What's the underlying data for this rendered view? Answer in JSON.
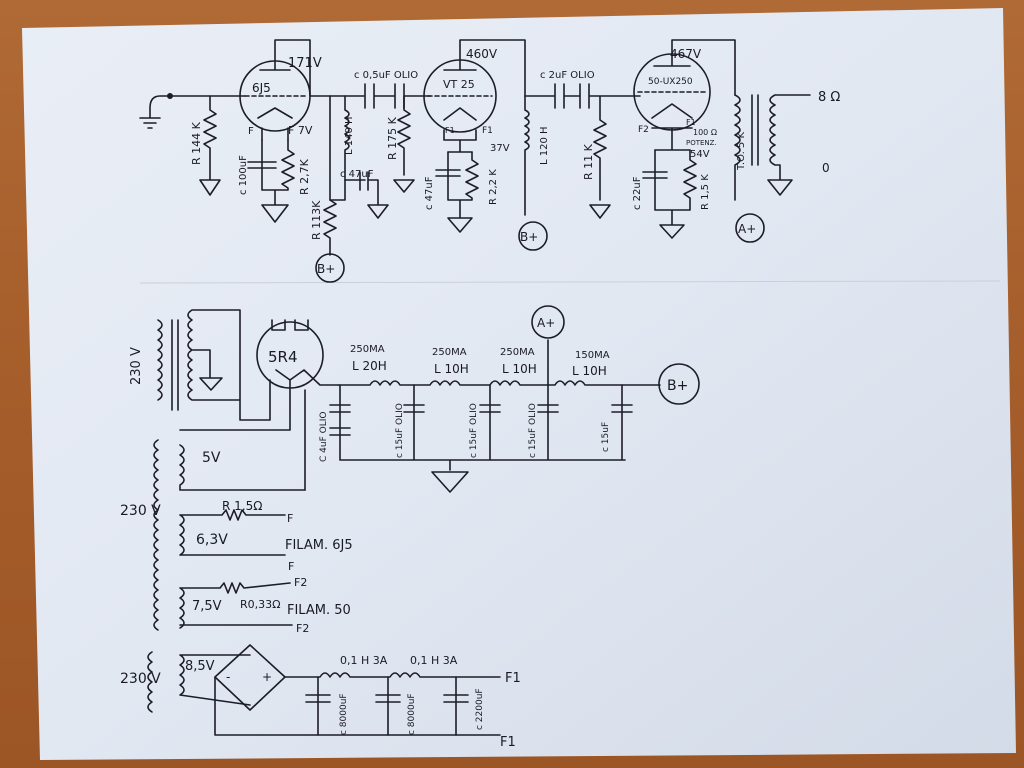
{
  "top": {
    "v171": "171V",
    "t6j5": "6J5",
    "r_grid": "R 144 K",
    "c_cath": "c 100uF",
    "r_cath": "R 2,7K",
    "F_left": "F",
    "F7v": "F 7V",
    "r_plate": "R 113K",
    "c_coup1": "c 0,5uF OLIO",
    "l140": "L 140 H",
    "r175": "R 175 K",
    "c47a": "c 47uF",
    "v460": "460V",
    "vt25": "VT 25",
    "f1a": "F1",
    "f1b": "F1",
    "v37": "37V",
    "c47b": "c 47uF",
    "r2k": "R 2,2 K",
    "l120": "L 120 H",
    "c_coup2": "c 2uF OLIO",
    "r11k": "R 11 K",
    "v467": "467V",
    "tube50": "50-UX250",
    "f2": "F2",
    "f1c": "F1",
    "ohm100": "100 Ω",
    "potenz": "POTENZ.",
    "v54": "54V",
    "c22": "c 22uF",
    "r15k": "R 1,5 K",
    "to5k": "T.O. 5 K",
    "out8": "8 Ω",
    "out0": "0",
    "bplus": "B+",
    "aplus": "A+"
  },
  "psu": {
    "v230": "230 V",
    "t5r4": "5R4",
    "aplus": "A+",
    "ch1": "250MA",
    "l1": "L 20H",
    "ch2": "250MA",
    "l2": "L 10H",
    "ch3": "250MA",
    "l3": "L 10H",
    "ch4": "150MA",
    "l4": "L 10H",
    "bplus": "B+",
    "c4": "C 4uF OLIO",
    "c15a": "c 15uF OLIO",
    "c15b": "c 15uF OLIO",
    "c15c": "c 15uF OLIO",
    "c15d": "c 15uF"
  },
  "fil": {
    "v5": "5V",
    "v230": "230 V",
    "r15": "R 1,5Ω",
    "v63": "6,3V",
    "F": "F",
    "F2": "F",
    "filam1": "FILAM. 6J5",
    "v75": "7,5V",
    "r033": "R0,33Ω",
    "fF2": "F2",
    "filam2": "FILAM. 50",
    "fF2b": "F2"
  },
  "dc": {
    "v230": "230 V",
    "v85": "8,5V",
    "minus": "-",
    "plus": "+",
    "l1": "0,1 H 3A",
    "l2": "0,1 H 3A",
    "F1a": "F1",
    "F1b": "F1",
    "c1": "c 8000uF",
    "c2": "c 8000uF",
    "c3": "c 2200uF"
  }
}
